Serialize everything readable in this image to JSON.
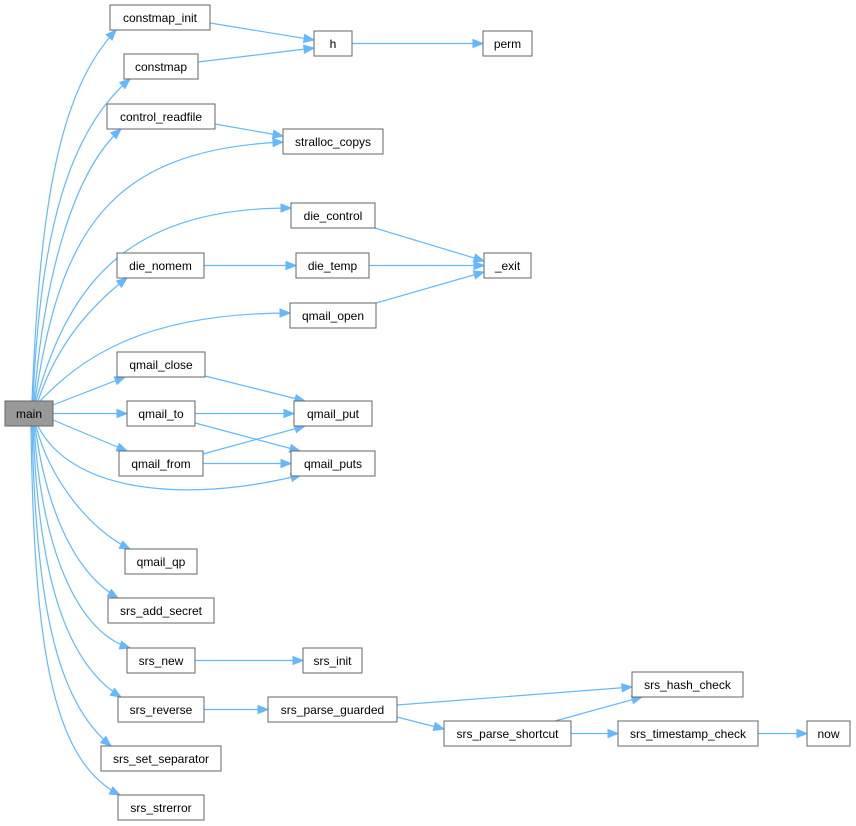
{
  "colors": {
    "edge": "#63b8ff",
    "node_border": "#666666",
    "node_fill": "#ffffff",
    "root_fill": "#999999"
  },
  "nodes": {
    "main": "main",
    "constmap_init": "constmap_init",
    "constmap": "constmap",
    "h": "h",
    "perm": "perm",
    "control_readfile": "control_readfile",
    "stralloc_copys": "stralloc_copys",
    "die_control": "die_control",
    "die_nomem": "die_nomem",
    "die_temp": "die_temp",
    "exit": "_exit",
    "qmail_open": "qmail_open",
    "qmail_close": "qmail_close",
    "qmail_to": "qmail_to",
    "qmail_put": "qmail_put",
    "qmail_from": "qmail_from",
    "qmail_puts": "qmail_puts",
    "qmail_qp": "qmail_qp",
    "srs_add_secret": "srs_add_secret",
    "srs_new": "srs_new",
    "srs_init": "srs_init",
    "srs_reverse": "srs_reverse",
    "srs_parse_guarded": "srs_parse_guarded",
    "srs_hash_check": "srs_hash_check",
    "srs_parse_shortcut": "srs_parse_shortcut",
    "srs_timestamp_check": "srs_timestamp_check",
    "now": "now",
    "srs_set_separator": "srs_set_separator",
    "srs_strerror": "srs_strerror"
  },
  "edges": [
    [
      "main",
      "constmap_init"
    ],
    [
      "main",
      "constmap"
    ],
    [
      "main",
      "control_readfile"
    ],
    [
      "main",
      "stralloc_copys"
    ],
    [
      "main",
      "die_control"
    ],
    [
      "main",
      "die_nomem"
    ],
    [
      "main",
      "qmail_open"
    ],
    [
      "main",
      "qmail_close"
    ],
    [
      "main",
      "qmail_to"
    ],
    [
      "main",
      "qmail_from"
    ],
    [
      "main",
      "qmail_puts"
    ],
    [
      "main",
      "qmail_qp"
    ],
    [
      "main",
      "srs_add_secret"
    ],
    [
      "main",
      "srs_new"
    ],
    [
      "main",
      "srs_reverse"
    ],
    [
      "main",
      "srs_set_separator"
    ],
    [
      "main",
      "srs_strerror"
    ],
    [
      "constmap_init",
      "h"
    ],
    [
      "constmap",
      "h"
    ],
    [
      "h",
      "perm"
    ],
    [
      "control_readfile",
      "stralloc_copys"
    ],
    [
      "die_control",
      "exit"
    ],
    [
      "die_nomem",
      "die_temp"
    ],
    [
      "die_temp",
      "exit"
    ],
    [
      "qmail_open",
      "exit"
    ],
    [
      "qmail_close",
      "qmail_put"
    ],
    [
      "qmail_to",
      "qmail_put"
    ],
    [
      "qmail_to",
      "qmail_puts"
    ],
    [
      "qmail_from",
      "qmail_put"
    ],
    [
      "qmail_from",
      "qmail_puts"
    ],
    [
      "srs_new",
      "srs_init"
    ],
    [
      "srs_reverse",
      "srs_parse_guarded"
    ],
    [
      "srs_parse_guarded",
      "srs_hash_check"
    ],
    [
      "srs_parse_guarded",
      "srs_parse_shortcut"
    ],
    [
      "srs_parse_shortcut",
      "srs_hash_check"
    ],
    [
      "srs_parse_shortcut",
      "srs_timestamp_check"
    ],
    [
      "srs_timestamp_check",
      "now"
    ]
  ]
}
